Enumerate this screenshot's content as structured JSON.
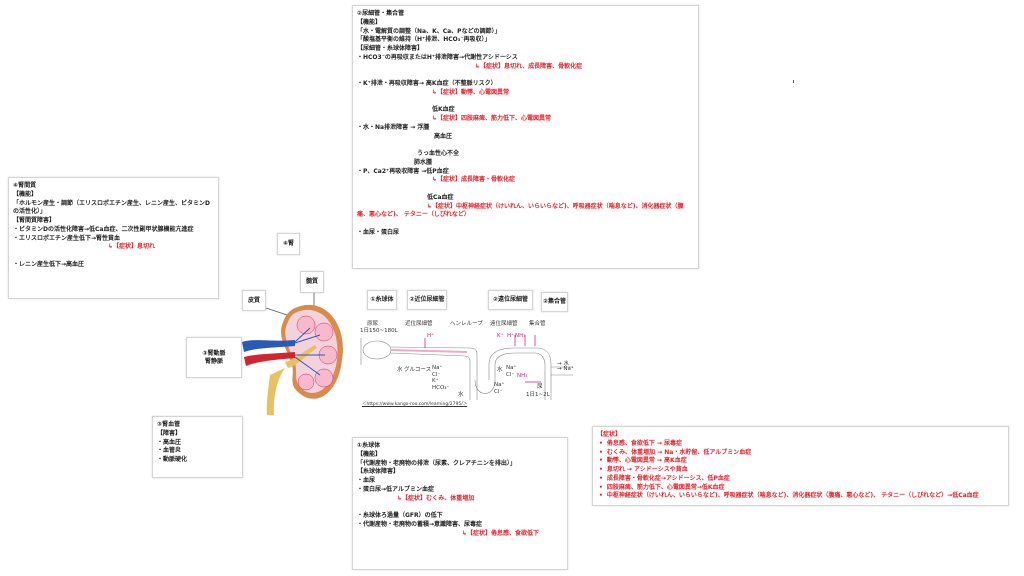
{
  "tubule_note": {
    "lines": [
      {
        "t": "②尿細管・集合管",
        "k": "n"
      },
      {
        "t": "【機能】",
        "k": "n"
      },
      {
        "t": "「水・電解質の調整（Na、K、Ca、Pなどの調節）」",
        "k": "n"
      },
      {
        "t": "「酸塩基平衡の維持（H⁺排泄、HCO₃⁻再吸収）」",
        "k": "n"
      },
      {
        "t": "【尿細管・糸球体障害】",
        "k": "n"
      },
      {
        "t": "・HCO3⁻の再吸収またはH⁺排泄障害→代謝性アシドーシス",
        "k": "n"
      },
      {
        "t": "↳【症状】息切れ、成長障害、骨軟化症",
        "k": "sym1"
      },
      {
        "t": "",
        "k": "n"
      },
      {
        "t": "・K⁺排泄・再吸収障害→ 高K血症（不整脈リスク）",
        "k": "n"
      },
      {
        "t": "↳【症状】動悸、心電図異常",
        "k": "sym"
      },
      {
        "t": "",
        "k": "n"
      },
      {
        "t": "低K血症",
        "k": "sub"
      },
      {
        "t": "↳【症状】四肢麻痺、筋力低下、心電図異常",
        "k": "sym"
      },
      {
        "t": "・水・Na排泄障害 → 浮腫",
        "k": "n"
      },
      {
        "t": "高血圧",
        "k": "sub3"
      },
      {
        "t": "",
        "k": "n"
      },
      {
        "t": "うっ血性心不全",
        "k": "sub4"
      },
      {
        "t": "肺水腫",
        "k": "sub5"
      },
      {
        "t": "・P、Ca2⁺再吸収障害 →低P血症",
        "k": "n"
      },
      {
        "t": "↳【症状】成長障害・骨軟化症",
        "k": "sym"
      },
      {
        "t": "",
        "k": "n"
      },
      {
        "t": "低Ca血症",
        "k": "sub6"
      },
      {
        "t": "↳【症状】中枢神経症状（けいれん、いらいらなど)、呼吸器症状（喘息など)、消化器症状（腹痛、悪心など)、 テタニー（しびれなど）",
        "k": "symwrap"
      },
      {
        "t": "",
        "k": "n"
      },
      {
        "t": "・血尿・蛋白尿",
        "k": "n"
      }
    ]
  },
  "interstitium_note": {
    "lines": [
      {
        "t": "④腎間質",
        "k": "n"
      },
      {
        "t": "【機能】",
        "k": "n"
      },
      {
        "t": "「ホルモン産生・調節（エリスロポエチン産生、レニン産生、ビタミンDの活性化）」",
        "k": "wrap"
      },
      {
        "t": "【腎間質障害】",
        "k": "n"
      },
      {
        "t": "・ビタミンDの活性化障害→低Ca血症、二次性副甲状腺機能亢進症",
        "k": "n"
      },
      {
        "t": "・エリスロポエチン産生低下→腎性貧血",
        "k": "n"
      },
      {
        "t": "↳【症状】息切れ",
        "k": "symb"
      },
      {
        "t": "",
        "k": "n"
      },
      {
        "t": "・レニン産生低下→高血圧",
        "k": "n"
      }
    ]
  },
  "glomerulus_note": {
    "lines": [
      {
        "t": "①糸球体",
        "k": "n"
      },
      {
        "t": "【機能】",
        "k": "n"
      },
      {
        "t": "「代謝産物・老廃物の排泄（尿素、クレアチニンを排出）」",
        "k": "n"
      },
      {
        "t": "【糸球体障害】",
        "k": "n"
      },
      {
        "t": "・血尿",
        "k": "n"
      },
      {
        "t": "・蛋白尿→低アルブミン血症",
        "k": "n"
      },
      {
        "t": "↳【症状】むくみ、体重増加",
        "k": "symc"
      },
      {
        "t": "",
        "k": "n"
      },
      {
        "t": "・糸球体ろ過量（GFR）の低下",
        "k": "n"
      },
      {
        "t": "・代謝産物・老廃物の蓄積→意識障害、尿毒症",
        "k": "n"
      },
      {
        "t": "↳【症状】倦怠感、食欲低下",
        "k": "symd"
      }
    ]
  },
  "vessel_note": {
    "lines": [
      {
        "t": "③腎血管",
        "k": "n"
      },
      {
        "t": "【障害】",
        "k": "n"
      },
      {
        "t": "・高血圧",
        "k": "n"
      },
      {
        "t": "・血管炎",
        "k": "n"
      },
      {
        "t": "・動脈硬化",
        "k": "n"
      }
    ]
  },
  "symptoms": {
    "title": "【症状】",
    "items": [
      "倦怠感、食欲低下 → 尿毒症",
      "むくみ、体重増加 → Na・水貯留、低アルブミン血症",
      "動悸、心電図異常 → 高K血症",
      "息切れ → アシドーシスや貧血",
      "成長障害・骨軟化症→アシドーシス、低P血症",
      "四肢麻痺、筋力低下、心電図異常→低K血症",
      "中枢神経症状（けいれん、いらいらなど)、呼吸器症状（喘息など)、消化器症状（腹痛、悪心など)、 テタニー（しびれなど）→低Ca血症"
    ]
  },
  "labels": {
    "kidney": "④腎",
    "medulla": "髄質",
    "cortex": "皮質",
    "artery_vein": "③腎動脈\n腎静脈"
  },
  "diagram": {
    "tags": [
      "①糸球体",
      "②近位尿細管",
      "②遠位尿細管",
      "②集合管"
    ],
    "headers": {
      "primary": "原尿",
      "primary_vol": "1日150~180L",
      "proximal": "近位尿細管",
      "henle": "ヘンレループ",
      "distal": "遠位尿細管",
      "collecting": "集合管"
    },
    "secreted": {
      "h_prox": "H⁺",
      "k": "K⁺",
      "h_dist": "H⁺",
      "nh3": "NH₃",
      "nh3_coll": "NH₃"
    },
    "reabsorbed": {
      "water": "水",
      "glucose": "グルコース",
      "prox_ions": "Na⁺\nCl⁻\nK⁺\nHCO₃⁻",
      "loop_water": "水",
      "loop_ions": "Na⁺\nCl⁻",
      "dist_water": "水",
      "dist_ions": "Na⁺\nCl⁻",
      "out_water": "→ 水",
      "out_na": "→ Na⁺"
    },
    "urine": "尿",
    "urine_vol": "1日1~2L",
    "source": "＜https://www.kango-roo.com/learning/2795/＞"
  }
}
